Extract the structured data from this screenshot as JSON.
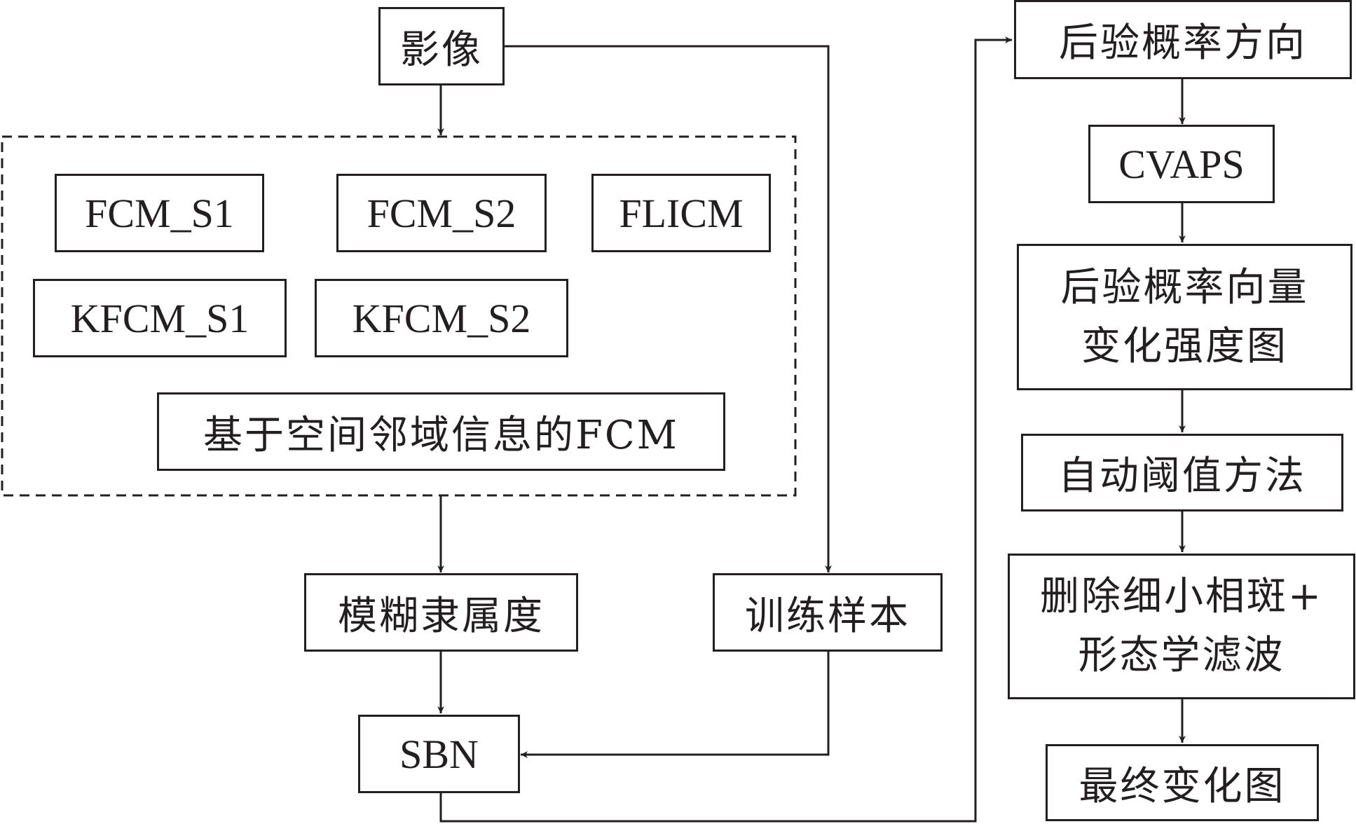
{
  "nodes": {
    "image": "影像",
    "fcm_s1": "FCM_S1",
    "fcm_s2": "FCM_S2",
    "flicm": "FLICM",
    "kfcm_s1": "KFCM_S1",
    "kfcm_s2": "KFCM_S2",
    "spatial_fcm": "基于空间邻域信息的FCM",
    "fuzzy_membership": "模糊隶属度",
    "training_samples": "训练样本",
    "sbn": "SBN",
    "posterior_direction": "后验概率方向",
    "cvaps": "CVAPS",
    "posterior_intensity_line1": "后验概率向量",
    "posterior_intensity_line2": "变化强度图",
    "auto_threshold": "自动阈值方法",
    "remove_patches_line1": "删除细小相斑+",
    "remove_patches_line2": "形态学滤波",
    "final_change_map": "最终变化图"
  },
  "colors": {
    "line": "#231f20",
    "background": "#ffffff"
  }
}
